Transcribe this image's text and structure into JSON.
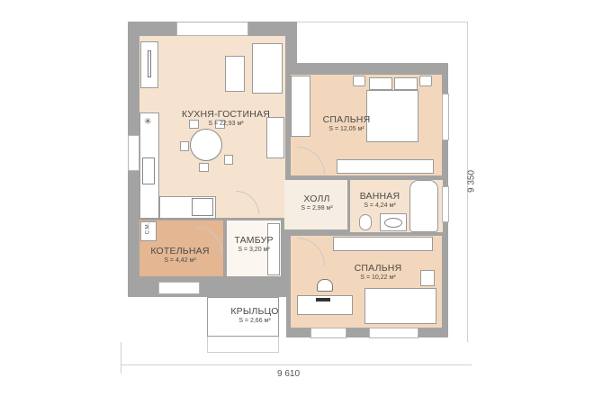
{
  "plan": {
    "rooms": [
      {
        "id": "kitchen-living",
        "name": "КУХНЯ-ГОСТИНАЯ",
        "area": "S = 22,93 м²"
      },
      {
        "id": "bedroom-1",
        "name": "СПАЛЬНЯ",
        "area": "S = 12,05 м²"
      },
      {
        "id": "hall",
        "name": "ХОЛЛ",
        "area": "S = 2,98 м²"
      },
      {
        "id": "bathroom",
        "name": "ВАННАЯ",
        "area": "S = 4,24 м²"
      },
      {
        "id": "boiler-room",
        "name": "КОТЕЛЬНАЯ",
        "area": "S = 4,42 м²"
      },
      {
        "id": "vestibule",
        "name": "ТАМБУР",
        "area": "S = 3,20 м²"
      },
      {
        "id": "bedroom-2",
        "name": "СПАЛЬНЯ",
        "area": "S = 10,22 м²"
      },
      {
        "id": "porch",
        "name": "КРЫЛЬЦО",
        "area": "S = 2,66 м²"
      }
    ],
    "fixtures": {
      "washer_label": "С.М."
    },
    "dimensions": {
      "width": "9 610",
      "height": "9 350"
    },
    "colors": {
      "wall": "#a3a3a3",
      "living": "#f6e3cf",
      "bedroom": "#f3d7bc",
      "boiler": "#e4b692",
      "hall": "#f7eee3"
    }
  }
}
